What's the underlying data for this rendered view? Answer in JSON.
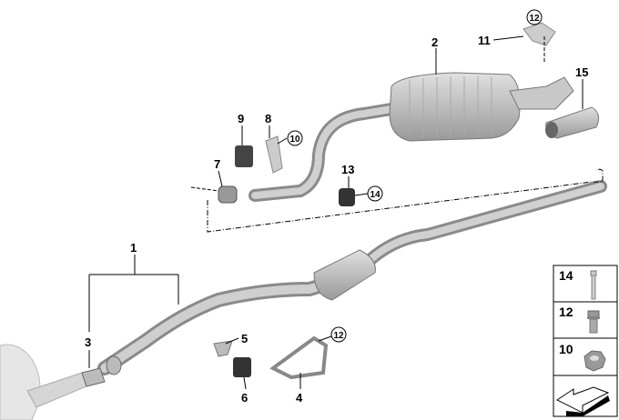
{
  "callouts": {
    "c1": "1",
    "c2": "2",
    "c3": "3",
    "c4": "4",
    "c5": "5",
    "c6": "6",
    "c7": "7",
    "c8": "8",
    "c9": "9",
    "c10": "10",
    "c11": "11",
    "c12a": "12",
    "c12b": "12",
    "c13": "13",
    "c14": "14",
    "c15": "15"
  },
  "legend_panel": {
    "items": [
      {
        "number": "14",
        "icon": "bolt-icon"
      },
      {
        "number": "12",
        "icon": "flange-bolt-icon"
      },
      {
        "number": "10",
        "icon": "hex-nut-icon"
      }
    ],
    "footer_icon": "arrow-icon"
  }
}
